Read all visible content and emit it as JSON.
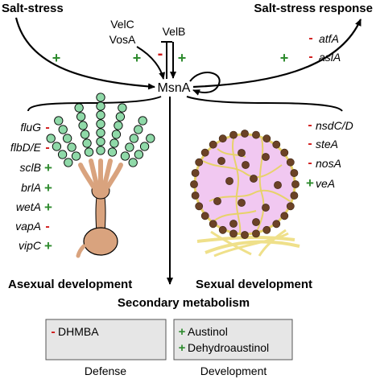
{
  "top": {
    "left_label": "Salt-stress",
    "right_label": "Salt-stress response",
    "velc": "VelC",
    "vosa": "VosA",
    "velb": "VelB",
    "center": "MsnA",
    "left_sign": "+",
    "velc_sign": "+",
    "velb_sign_minus": "-",
    "velb_sign_plus": "+",
    "right_sign": "+"
  },
  "response_genes": [
    {
      "sign": "-",
      "gene": "atfA"
    },
    {
      "sign": "-",
      "gene": "aslA"
    }
  ],
  "asexual_genes": [
    {
      "gene": "fluG",
      "sign": "-"
    },
    {
      "gene": "flbD/E",
      "sign": "-"
    },
    {
      "gene": "sclB",
      "sign": "+"
    },
    {
      "gene": "brlA",
      "sign": "+"
    },
    {
      "gene": "wetA",
      "sign": "+"
    },
    {
      "gene": "vapA",
      "sign": "-"
    },
    {
      "gene": "vipC",
      "sign": "+"
    }
  ],
  "sexual_genes": [
    {
      "sign": "-",
      "gene": "nsdC/D"
    },
    {
      "sign": "-",
      "gene": "steA"
    },
    {
      "sign": "-",
      "gene": "nosA"
    },
    {
      "sign": "+",
      "gene": "veA"
    }
  ],
  "labels": {
    "asexual": "Asexual development",
    "sexual": "Sexual development",
    "secondary": "Secondary metabolism"
  },
  "boxes": {
    "left": {
      "items": [
        {
          "sign": "-",
          "text": "DHMBA"
        }
      ],
      "caption": "Defense"
    },
    "right": {
      "items": [
        {
          "sign": "+",
          "text": "Austinol"
        },
        {
          "sign": "+",
          "text": "Dehydroaustinol"
        }
      ],
      "caption": "Development"
    }
  },
  "colors": {
    "plus": "#2e8b2e",
    "minus": "#d01818",
    "conidia": "#8fd9a8",
    "conidiophore": "#d9a37e",
    "cleistothecium": "#f1c8f1",
    "ascospore": "#6b4226",
    "hyphae": "#efe08a",
    "box_fill": "#e6e6e6"
  }
}
